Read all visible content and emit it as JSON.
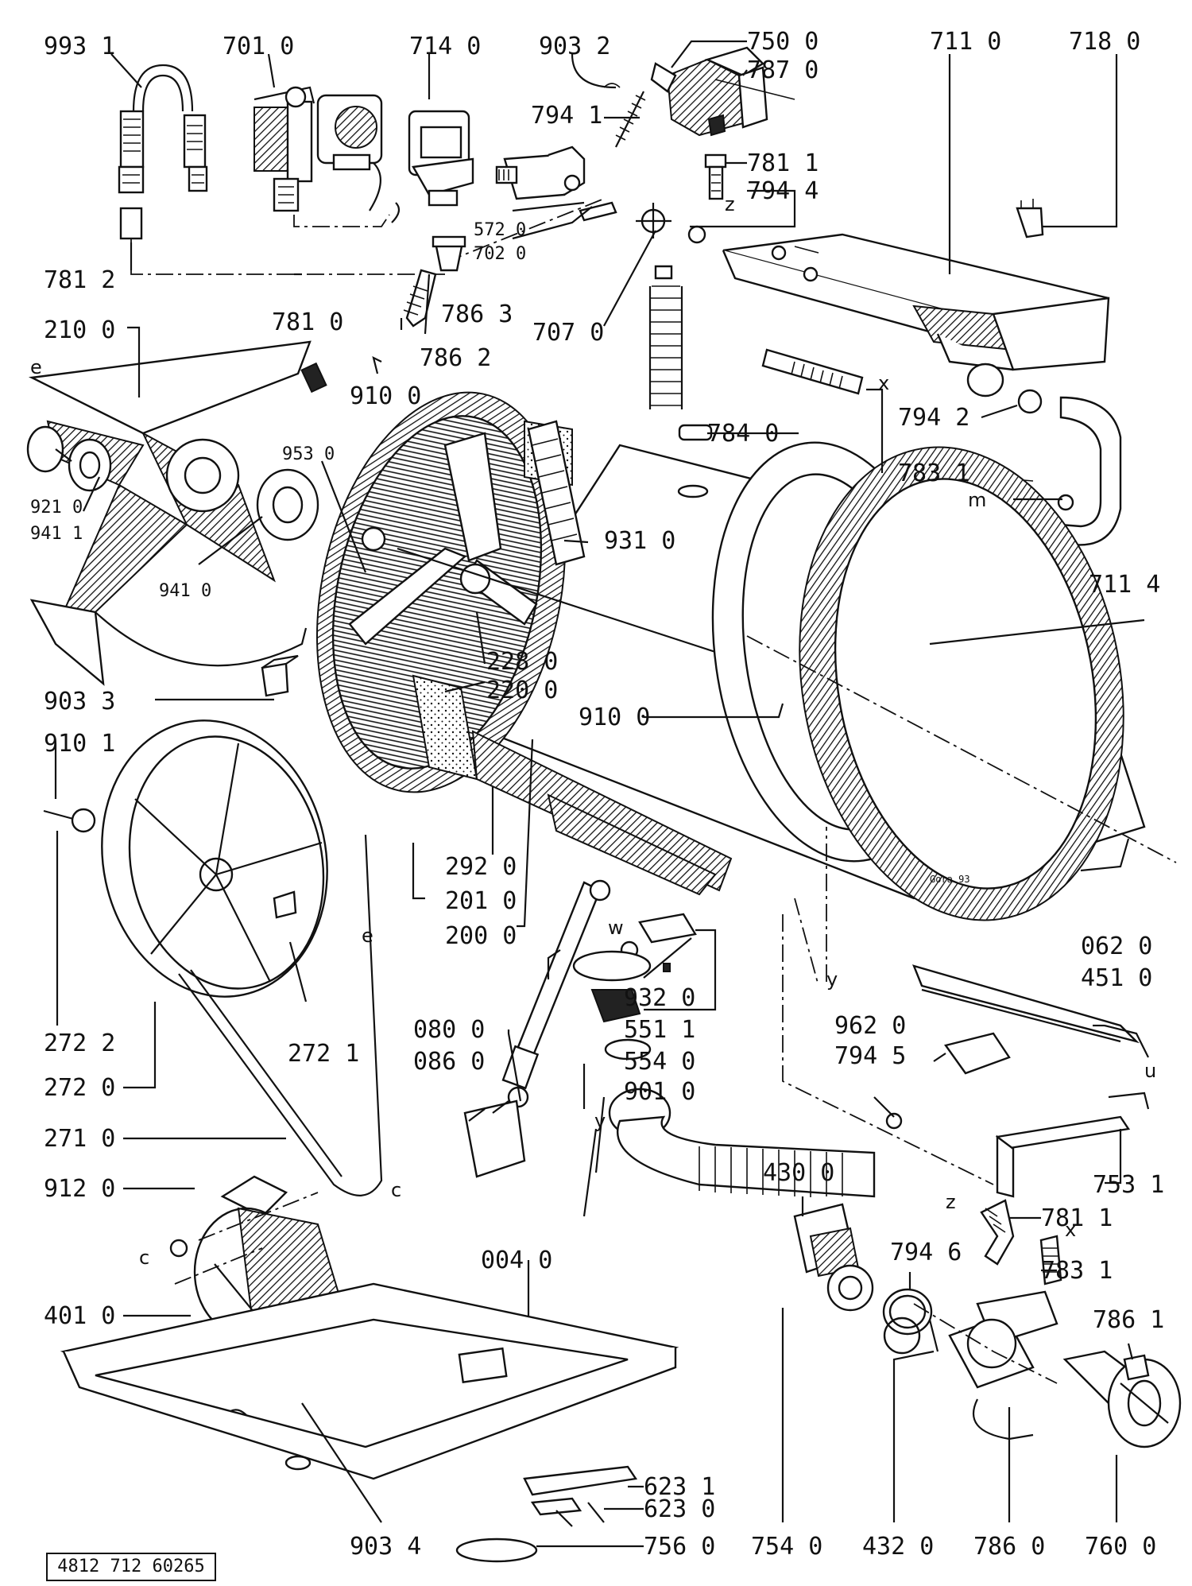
{
  "drawing_number": "4812 712 60265",
  "signature": "Gora 93",
  "callouts": [
    {
      "id": "993-1",
      "text": "993  1"
    },
    {
      "id": "701-0",
      "text": "701  0"
    },
    {
      "id": "714-0",
      "text": "714  0"
    },
    {
      "id": "903-2",
      "text": "903  2"
    },
    {
      "id": "750-0",
      "text": "750  0"
    },
    {
      "id": "787-0",
      "text": "787  0"
    },
    {
      "id": "711-0",
      "text": "711  0"
    },
    {
      "id": "718-0",
      "text": "718  0"
    },
    {
      "id": "794-1",
      "text": "794  1"
    },
    {
      "id": "781-1-top",
      "text": "781  1"
    },
    {
      "id": "794-4",
      "text": "794  4"
    },
    {
      "id": "572-0",
      "text": "572 0"
    },
    {
      "id": "702-0",
      "text": "702 0"
    },
    {
      "id": "781-2",
      "text": "781  2"
    },
    {
      "id": "781-0",
      "text": "781  0"
    },
    {
      "id": "786-3",
      "text": "786  3"
    },
    {
      "id": "707-0",
      "text": "707  0"
    },
    {
      "id": "786-2",
      "text": "786  2"
    },
    {
      "id": "210-0",
      "text": "210  0"
    },
    {
      "id": "910-0-top",
      "text": "910  0"
    },
    {
      "id": "794-2",
      "text": "794  2"
    },
    {
      "id": "784-0",
      "text": "784  0"
    },
    {
      "id": "783-1-top",
      "text": "783  1"
    },
    {
      "id": "953-0",
      "text": "953  0"
    },
    {
      "id": "921-0",
      "text": "921  0"
    },
    {
      "id": "941-1",
      "text": "941  1"
    },
    {
      "id": "941-0",
      "text": "941  0"
    },
    {
      "id": "931-0",
      "text": "931  0"
    },
    {
      "id": "711-4",
      "text": "711  4"
    },
    {
      "id": "228-0",
      "text": "228  0"
    },
    {
      "id": "220-0",
      "text": "220  0"
    },
    {
      "id": "903-3",
      "text": "903  3"
    },
    {
      "id": "910-0-mid",
      "text": "910  0"
    },
    {
      "id": "910-1",
      "text": "910  1"
    },
    {
      "id": "292-0",
      "text": "292  0"
    },
    {
      "id": "201-0",
      "text": "201  0"
    },
    {
      "id": "200-0",
      "text": "200  0"
    },
    {
      "id": "062-0",
      "text": "062  0"
    },
    {
      "id": "451-0",
      "text": "451  0"
    },
    {
      "id": "932-0",
      "text": "932  0"
    },
    {
      "id": "551-1",
      "text": "551  1"
    },
    {
      "id": "962-0",
      "text": "962  0"
    },
    {
      "id": "794-5",
      "text": "794  5"
    },
    {
      "id": "272-2",
      "text": "272  2"
    },
    {
      "id": "272-1",
      "text": "272  1"
    },
    {
      "id": "080-0",
      "text": "080  0"
    },
    {
      "id": "086-0",
      "text": "086  0"
    },
    {
      "id": "554-0",
      "text": "554  0"
    },
    {
      "id": "901-0",
      "text": "901  0"
    },
    {
      "id": "272-0",
      "text": "272  0"
    },
    {
      "id": "271-0",
      "text": "271  0"
    },
    {
      "id": "753-1",
      "text": "753  1"
    },
    {
      "id": "430-0",
      "text": "430  0"
    },
    {
      "id": "781-1-bot",
      "text": "781  1"
    },
    {
      "id": "912-0",
      "text": "912  0"
    },
    {
      "id": "794-6",
      "text": "794  6"
    },
    {
      "id": "783-1-bot",
      "text": "783  1"
    },
    {
      "id": "004-0",
      "text": "004  0"
    },
    {
      "id": "401-0",
      "text": "401  0"
    },
    {
      "id": "786-1",
      "text": "786  1"
    },
    {
      "id": "623-1",
      "text": "623  1"
    },
    {
      "id": "623-0",
      "text": "623  0"
    },
    {
      "id": "903-4",
      "text": "903  4"
    },
    {
      "id": "756-0",
      "text": "756  0"
    },
    {
      "id": "754-0",
      "text": "754  0"
    },
    {
      "id": "432-0",
      "text": "432  0"
    },
    {
      "id": "786-0",
      "text": "786  0"
    },
    {
      "id": "760-0",
      "text": "760  0"
    }
  ],
  "letter_marks": [
    {
      "id": "e1",
      "text": "e"
    },
    {
      "id": "e2",
      "text": "e"
    },
    {
      "id": "z1",
      "text": "z"
    },
    {
      "id": "z2",
      "text": "z"
    },
    {
      "id": "x1",
      "text": "x"
    },
    {
      "id": "x2",
      "text": "x"
    },
    {
      "id": "m",
      "text": "m"
    },
    {
      "id": "y1",
      "text": "y"
    },
    {
      "id": "y2",
      "text": "y"
    },
    {
      "id": "w",
      "text": "w"
    },
    {
      "id": "u",
      "text": "u"
    },
    {
      "id": "c1",
      "text": "c"
    },
    {
      "id": "c2",
      "text": "c"
    }
  ]
}
